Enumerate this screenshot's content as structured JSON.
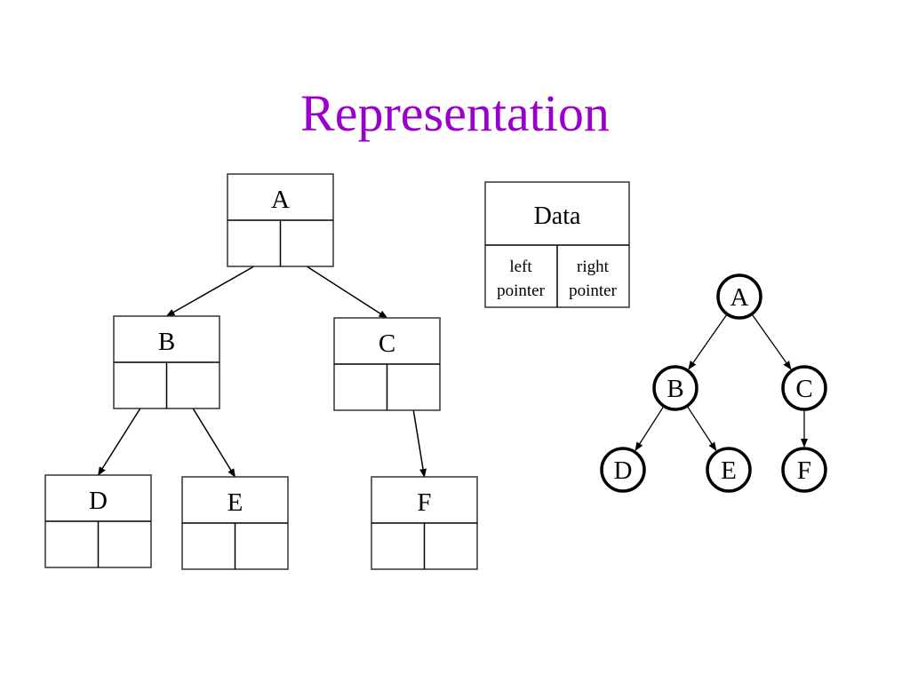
{
  "title": "Representation",
  "title_color": "#9900cc",
  "legend": {
    "data_label": "Data",
    "left_pointer": [
      "left",
      "pointer"
    ],
    "right_pointer": [
      "right",
      "pointer"
    ]
  },
  "linked_tree": {
    "nodes": [
      {
        "id": "A",
        "label": "A"
      },
      {
        "id": "B",
        "label": "B"
      },
      {
        "id": "C",
        "label": "C"
      },
      {
        "id": "D",
        "label": "D"
      },
      {
        "id": "E",
        "label": "E"
      },
      {
        "id": "F",
        "label": "F"
      }
    ],
    "edges": [
      {
        "from": "A",
        "to": "B",
        "pointer": "left"
      },
      {
        "from": "A",
        "to": "C",
        "pointer": "right"
      },
      {
        "from": "B",
        "to": "D",
        "pointer": "left"
      },
      {
        "from": "B",
        "to": "E",
        "pointer": "right"
      },
      {
        "from": "C",
        "to": "F",
        "pointer": "right"
      }
    ]
  },
  "circle_tree": {
    "nodes": [
      {
        "id": "A",
        "label": "A"
      },
      {
        "id": "B",
        "label": "B"
      },
      {
        "id": "C",
        "label": "C"
      },
      {
        "id": "D",
        "label": "D"
      },
      {
        "id": "E",
        "label": "E"
      },
      {
        "id": "F",
        "label": "F"
      }
    ],
    "edges": [
      {
        "from": "A",
        "to": "B"
      },
      {
        "from": "A",
        "to": "C"
      },
      {
        "from": "B",
        "to": "D"
      },
      {
        "from": "B",
        "to": "E"
      },
      {
        "from": "C",
        "to": "F"
      }
    ]
  }
}
